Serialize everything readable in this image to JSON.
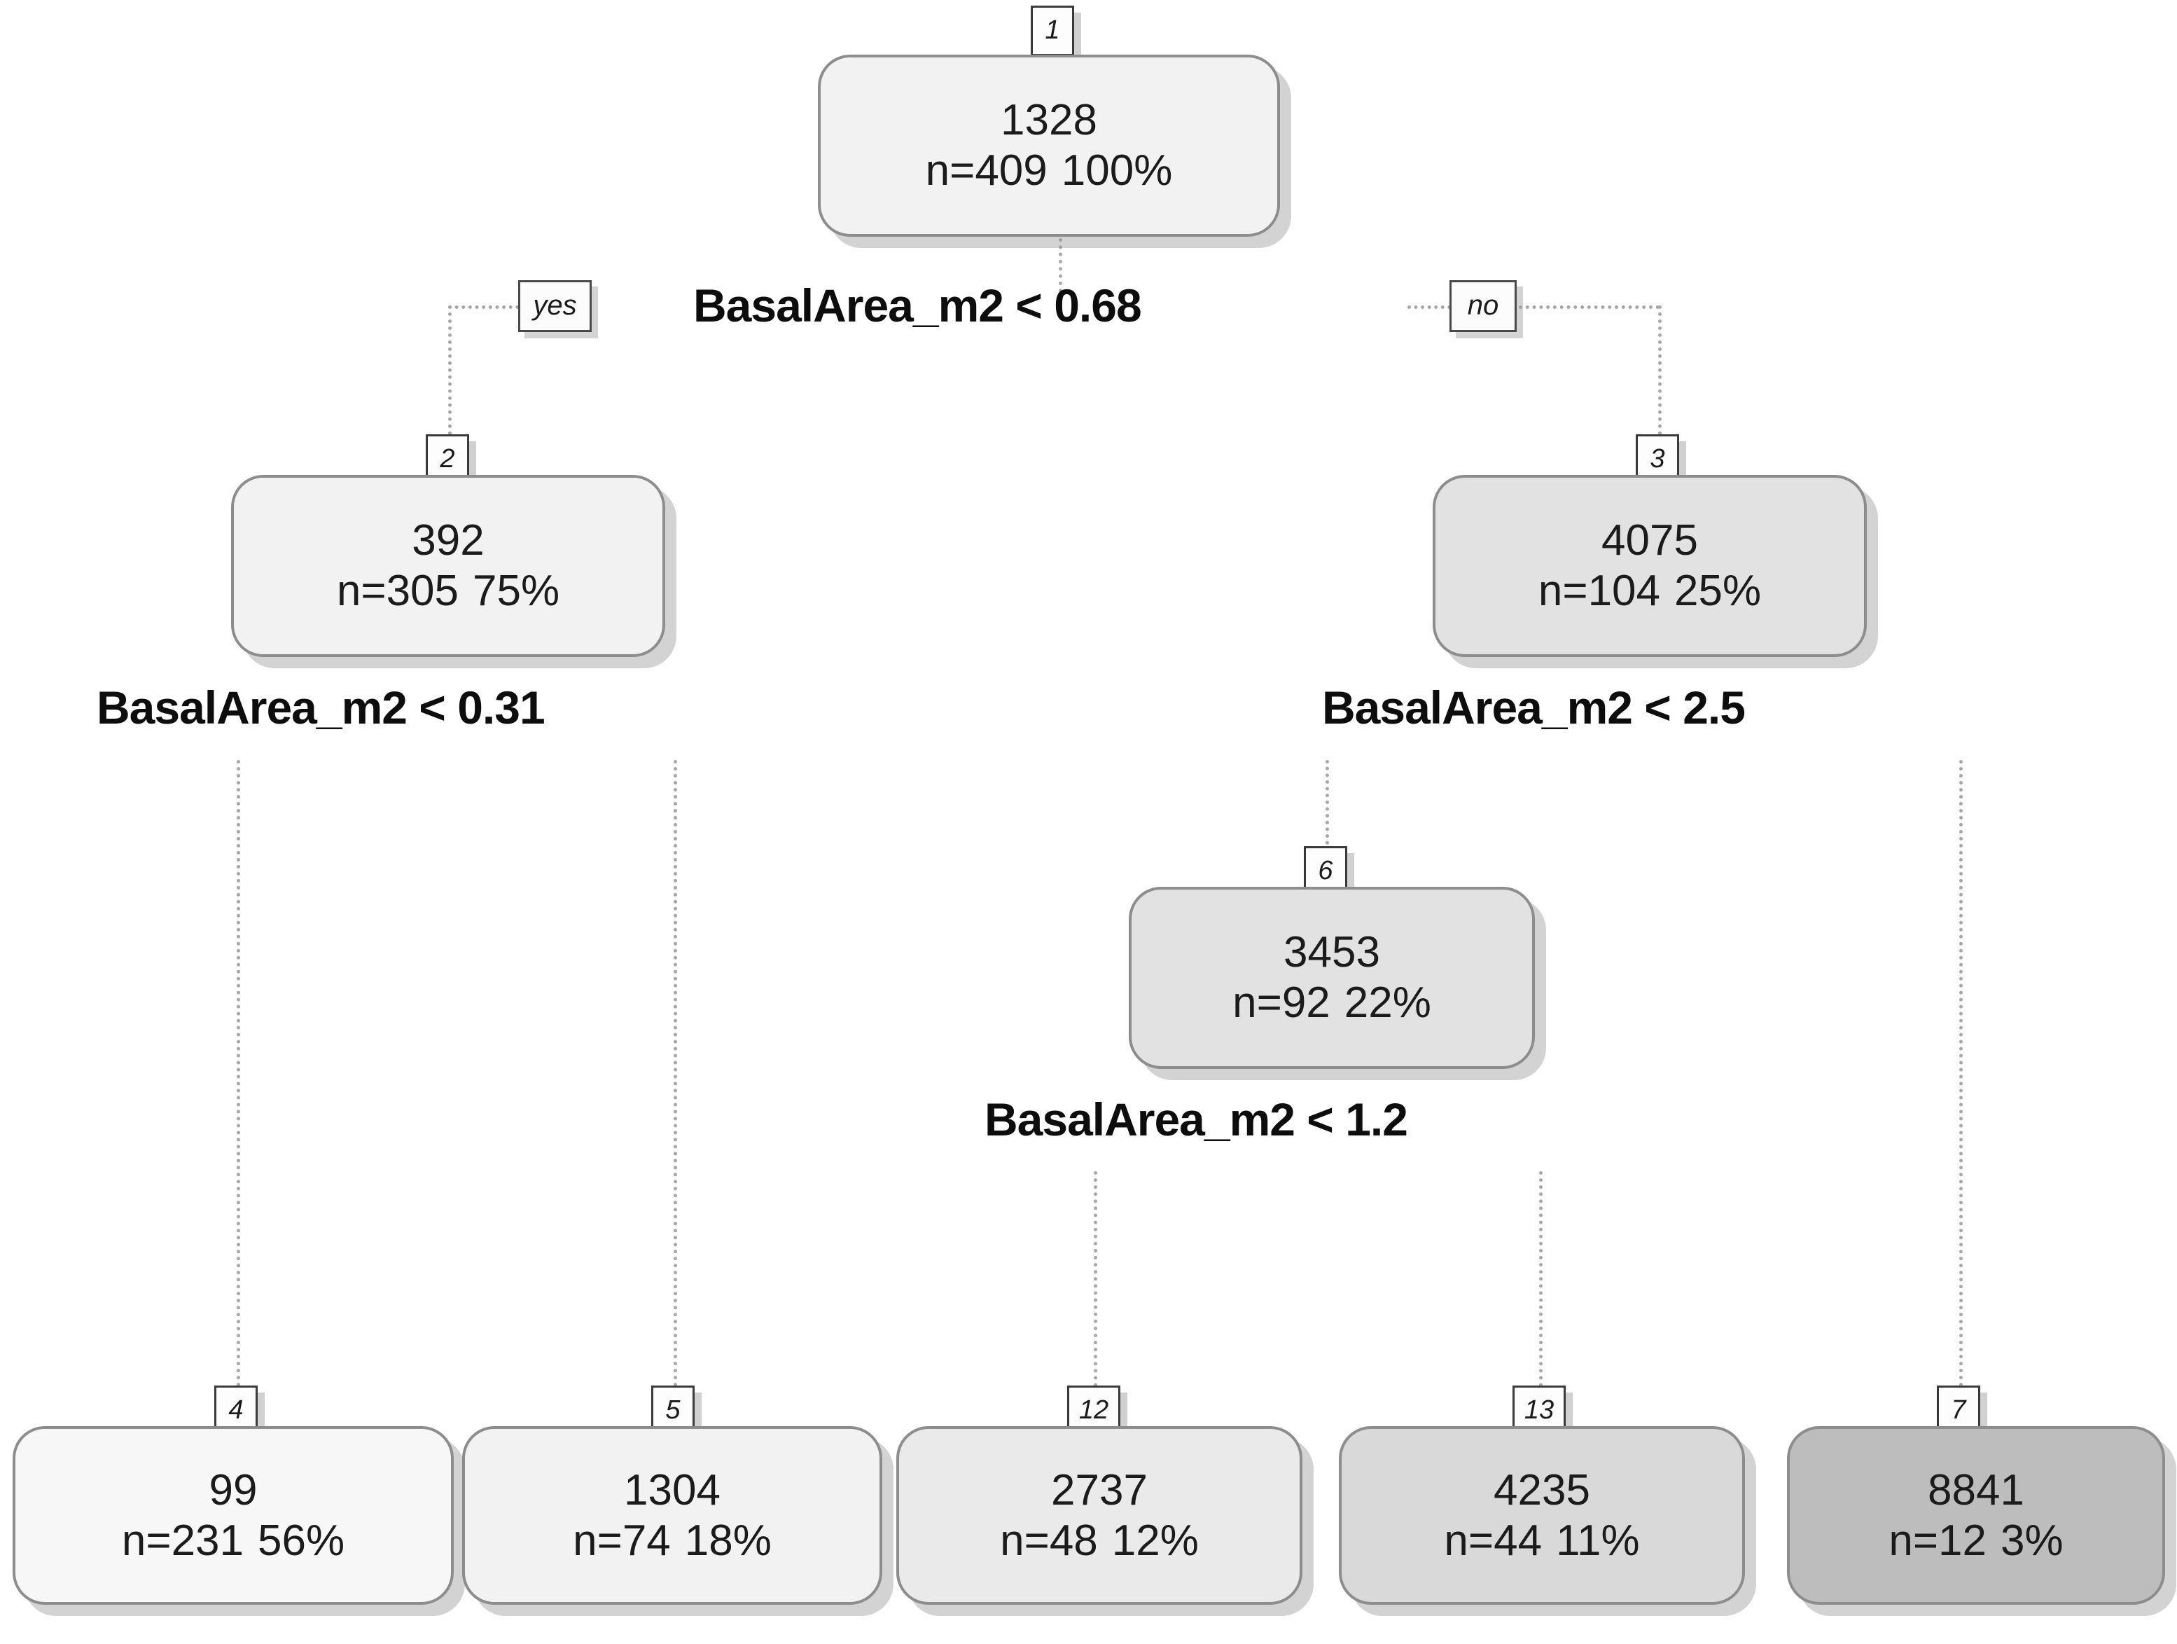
{
  "chart_data": {
    "type": "diagram",
    "subtype": "decision-tree",
    "title": "",
    "split_variable": "BasalArea_m2",
    "root_n": 409,
    "nodes": [
      {
        "id": "1",
        "value": "1328",
        "n_label": "n=409",
        "pct_label": "100%",
        "n": 409,
        "pct": 100,
        "shade": 1,
        "kind": "internal",
        "depth": 0
      },
      {
        "id": "2",
        "value": "392",
        "n_label": "n=305",
        "pct_label": "75%",
        "n": 305,
        "pct": 75,
        "shade": 1,
        "kind": "internal",
        "depth": 1
      },
      {
        "id": "3",
        "value": "4075",
        "n_label": "n=104",
        "pct_label": "25%",
        "n": 104,
        "pct": 25,
        "shade": 3,
        "kind": "internal",
        "depth": 1
      },
      {
        "id": "6",
        "value": "3453",
        "n_label": "n=92",
        "pct_label": "22%",
        "n": 92,
        "pct": 22,
        "shade": 3,
        "kind": "internal",
        "depth": 2
      },
      {
        "id": "4",
        "value": "99",
        "n_label": "n=231",
        "pct_label": "56%",
        "n": 231,
        "pct": 56,
        "shade": 0,
        "kind": "leaf",
        "depth": 3
      },
      {
        "id": "5",
        "value": "1304",
        "n_label": "n=74",
        "pct_label": "18%",
        "n": 74,
        "pct": 18,
        "shade": 1,
        "kind": "leaf",
        "depth": 3
      },
      {
        "id": "12",
        "value": "2737",
        "n_label": "n=48",
        "pct_label": "12%",
        "n": 48,
        "pct": 12,
        "shade": 2,
        "kind": "leaf",
        "depth": 3
      },
      {
        "id": "13",
        "value": "4235",
        "n_label": "n=44",
        "pct_label": "11%",
        "n": 44,
        "pct": 11,
        "shade": 4,
        "kind": "leaf",
        "depth": 3
      },
      {
        "id": "7",
        "value": "8841",
        "n_label": "n=12",
        "pct_label": "3%",
        "n": 12,
        "pct": 3,
        "shade": 6,
        "kind": "leaf",
        "depth": 3
      }
    ],
    "splits": [
      {
        "parent": "1",
        "text": "BasalArea_m2 < 0.68",
        "yes_child": "2",
        "no_child": "3"
      },
      {
        "parent": "2",
        "text": "BasalArea_m2 < 0.31",
        "yes_child": "4",
        "no_child": "5"
      },
      {
        "parent": "3",
        "text": "BasalArea_m2 < 2.5",
        "yes_child": "6",
        "no_child": "7"
      },
      {
        "parent": "6",
        "text": "BasalArea_m2 < 1.2",
        "yes_child": "12",
        "no_child": "13"
      }
    ],
    "branch_labels": {
      "yes": "yes",
      "no": "no"
    },
    "colors": {
      "node_border": "#8d8d8d",
      "connector": "#a8a8a8",
      "text": "#1b1b1b",
      "background": "#ffffff"
    }
  },
  "nodes": {
    "n1": {
      "id": "1",
      "value": "1328",
      "n": "n=409",
      "pct": "100%"
    },
    "n2": {
      "id": "2",
      "value": "392",
      "n": "n=305",
      "pct": "75%"
    },
    "n3": {
      "id": "3",
      "value": "4075",
      "n": "n=104",
      "pct": "25%"
    },
    "n6": {
      "id": "6",
      "value": "3453",
      "n": "n=92",
      "pct": "22%"
    },
    "n4": {
      "id": "4",
      "value": "99",
      "n": "n=231",
      "pct": "56%"
    },
    "n5": {
      "id": "5",
      "value": "1304",
      "n": "n=74",
      "pct": "18%"
    },
    "n12": {
      "id": "12",
      "value": "2737",
      "n": "n=48",
      "pct": "12%"
    },
    "n13": {
      "id": "13",
      "value": "4235",
      "n": "n=44",
      "pct": "11%"
    },
    "n7": {
      "id": "7",
      "value": "8841",
      "n": "n=12",
      "pct": "3%"
    }
  },
  "splits": {
    "s1": "BasalArea_m2 < 0.68",
    "s2": "BasalArea_m2 < 0.31",
    "s3": "BasalArea_m2 < 2.5",
    "s6": "BasalArea_m2 < 1.2"
  },
  "branch": {
    "yes": "yes",
    "no": "no"
  }
}
